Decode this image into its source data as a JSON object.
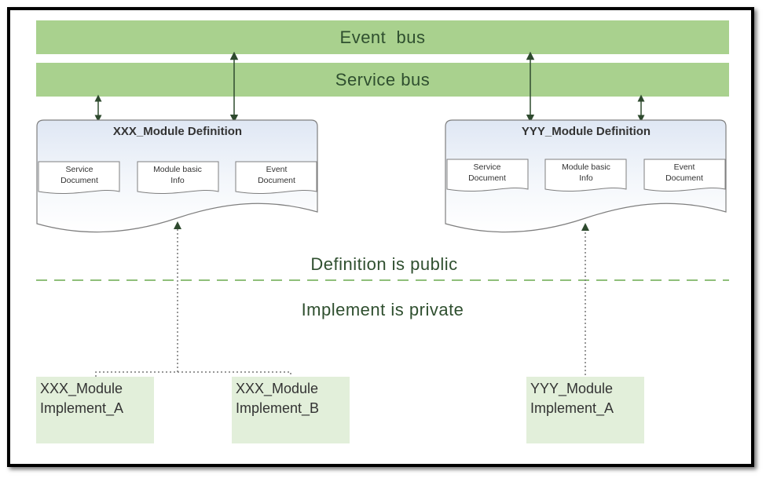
{
  "buses": {
    "event_bus": "Event  bus",
    "service_bus": "Service bus"
  },
  "definitions": [
    {
      "title": "XXX_Module Definition",
      "docs": [
        {
          "line1": "Service",
          "line2": "Document"
        },
        {
          "line1": "Module basic",
          "line2": "Info"
        },
        {
          "line1": "Event",
          "line2": "Document"
        }
      ]
    },
    {
      "title": "YYY_Module Definition",
      "docs": [
        {
          "line1": "Service",
          "line2": "Document"
        },
        {
          "line1": "Module basic",
          "line2": "Info"
        },
        {
          "line1": "Event",
          "line2": "Document"
        }
      ]
    }
  ],
  "divider": {
    "public_label": "Definition is public",
    "private_label": "Implement is private"
  },
  "implementations": [
    {
      "line1": "XXX_Module",
      "line2": "Implement_A"
    },
    {
      "line1": "XXX_Module",
      "line2": "Implement_B"
    },
    {
      "line1": "YYY_Module",
      "line2": "Implement_A"
    }
  ],
  "colors": {
    "bus_fill": "#a9d18e",
    "impl_fill": "#e2efda",
    "arrow": "#2e4a2e",
    "doc_fill_top": "#dce6f4",
    "divider": "#8fbf7a"
  }
}
